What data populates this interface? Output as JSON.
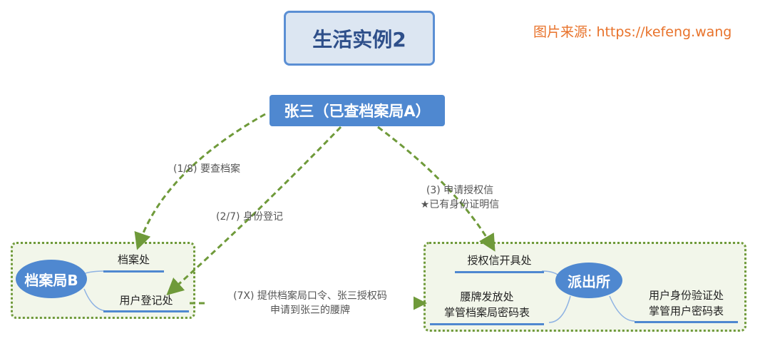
{
  "title": "生活实例2",
  "source": "图片来源: https://kefeng.wang",
  "actor": "张三（已查档案局A）",
  "archive": {
    "name": "档案局B",
    "items": [
      "档案处",
      "用户登记处"
    ]
  },
  "police": {
    "name": "派出所",
    "items": [
      "授权信开具处",
      "腰牌发放处",
      "掌管档案局密码表",
      "用户身份验证处",
      "掌管用户密码表"
    ]
  },
  "edges": [
    "(1/8) 要查档案",
    "(2/7) 身份登记",
    "(3) 申请授权信",
    "★已有身份证明信",
    "(7X) 提供档案局口令、张三授权码",
    "申请到张三的腰牌"
  ],
  "colors": {
    "accent": "#4f88d0",
    "arrow": "#6f9a3a",
    "source": "#e8722a"
  }
}
